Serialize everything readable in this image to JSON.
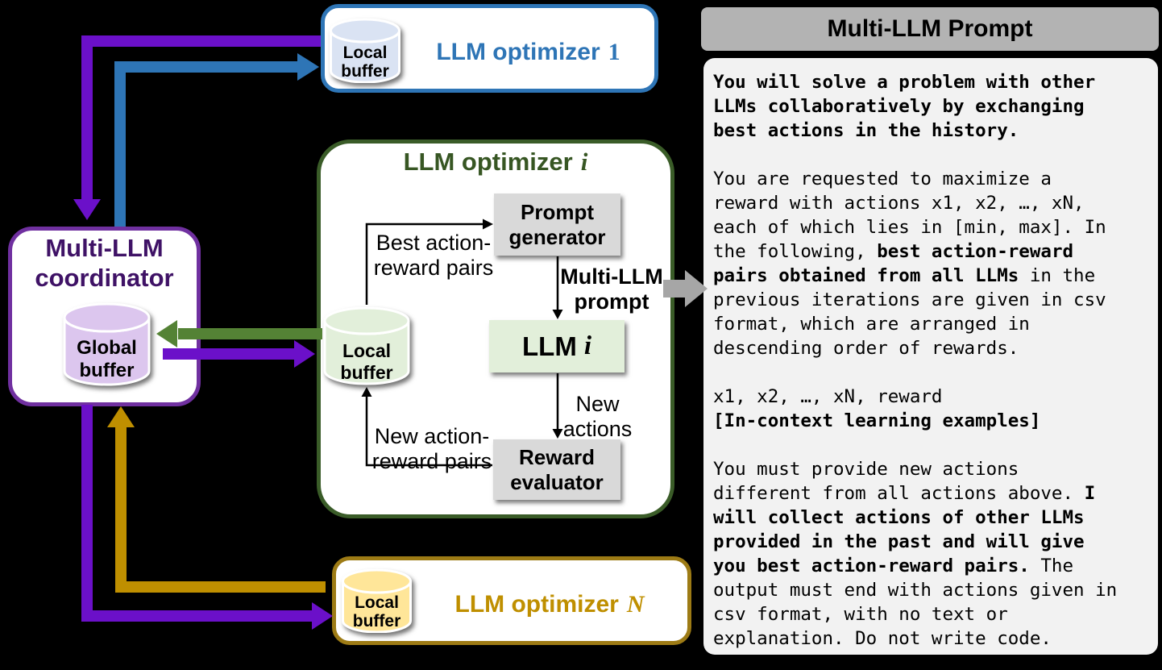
{
  "diagram": {
    "coordinator": {
      "title_lines": [
        "Multi-LLM",
        "coordinator"
      ],
      "buffer_lines": [
        "Global",
        "buffer"
      ]
    },
    "optimizer1": {
      "title_prefix": "LLM optimizer",
      "title_suffix": "1",
      "buffer_lines": [
        "Local",
        "buffer"
      ]
    },
    "optimizer_i": {
      "title_prefix": "LLM optimizer",
      "title_suffix": "i",
      "buffer_lines": [
        "Local",
        "buffer"
      ],
      "prompt_generator_lines": [
        "Prompt",
        "generator"
      ],
      "llm_prefix": "LLM",
      "llm_suffix": "i",
      "reward_evaluator_lines": [
        "Reward",
        "evaluator"
      ],
      "label_best_pairs_lines": [
        "Best action-",
        "reward pairs"
      ],
      "label_multi_llm_prompt_lines": [
        "Multi-LLM",
        "prompt"
      ],
      "label_new_actions_lines": [
        "New",
        "actions"
      ],
      "label_new_pairs_lines": [
        "New action-",
        "reward pairs"
      ]
    },
    "optimizerN": {
      "title_prefix": "LLM optimizer",
      "title_suffix": "N",
      "buffer_lines": [
        "Local",
        "buffer"
      ]
    },
    "colors": {
      "purple_arrow": "#6b10c9",
      "blue_arrow": "#2e75b6",
      "green_arrow": "#548235",
      "gold_arrow": "#bf8f00",
      "gray_arrow": "#a6a6a6",
      "coordinator_border": "#7030a0",
      "optimizer1_border": "#2e75b6",
      "optimizer_i_border": "#3a5c28",
      "optimizerN_border": "#9d7b15",
      "global_buffer_fill": "#dcc6ee",
      "local_buffer1_fill": "#dae3f3",
      "local_buffer_i_fill": "#e2efda",
      "local_bufferN_fill": "#ffe699",
      "llm_i_fill": "#e2efda",
      "component_box_fill": "#d9d9d9",
      "panel_bg": "#f2f2f2",
      "panel_title_bg": "#b3b3b3"
    }
  },
  "prompt_panel": {
    "title": "Multi-LLM Prompt",
    "lines": [
      [
        {
          "t": "You will solve a problem with other",
          "b": true
        }
      ],
      [
        {
          "t": "LLMs collaboratively by exchanging",
          "b": true
        }
      ],
      [
        {
          "t": "best actions in the history.",
          "b": true
        }
      ],
      [],
      [
        {
          "t": "You are requested to maximize a"
        }
      ],
      [
        {
          "t": "reward with actions x1, x2, …, xN,"
        }
      ],
      [
        {
          "t": "each of which lies in [min, max]. In"
        }
      ],
      [
        {
          "t": "the following, "
        },
        {
          "t": "best action-reward",
          "b": true
        }
      ],
      [
        {
          "t": "pairs obtained from all LLMs",
          "b": true
        },
        {
          "t": " in the"
        }
      ],
      [
        {
          "t": "previous iterations are given in csv"
        }
      ],
      [
        {
          "t": "format, which are arranged in"
        }
      ],
      [
        {
          "t": "descending order of rewards."
        }
      ],
      [],
      [
        {
          "t": "x1, x2, …, xN, reward"
        }
      ],
      [
        {
          "t": "[In-context learning examples]",
          "b": true
        }
      ],
      [],
      [
        {
          "t": "You must provide new actions"
        }
      ],
      [
        {
          "t": "different from all actions above. "
        },
        {
          "t": "I",
          "b": true
        }
      ],
      [
        {
          "t": "will collect actions of other LLMs",
          "b": true
        }
      ],
      [
        {
          "t": "provided in the past and will give",
          "b": true
        }
      ],
      [
        {
          "t": "you best action-reward pairs.",
          "b": true
        },
        {
          "t": " The"
        }
      ],
      [
        {
          "t": "output must end with actions given in"
        }
      ],
      [
        {
          "t": "csv format, with no text or"
        }
      ],
      [
        {
          "t": "explanation. Do not write code."
        }
      ]
    ]
  }
}
